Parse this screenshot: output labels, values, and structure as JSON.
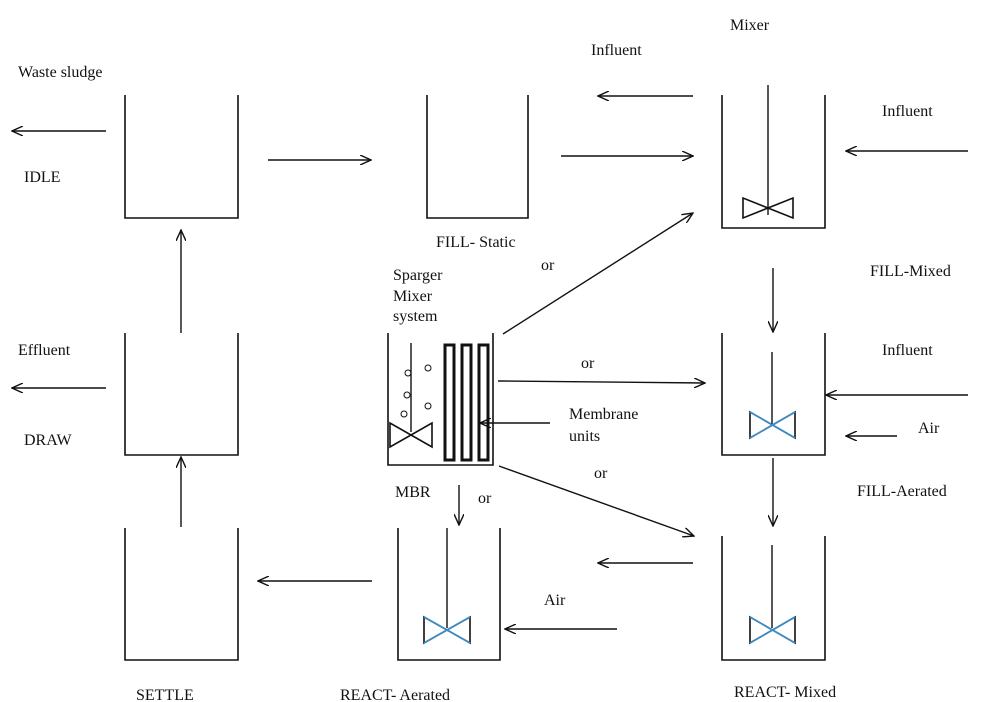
{
  "colors": {
    "ink": "#111111",
    "impeller_accent": "#3a8fc9",
    "background": "#ffffff"
  },
  "labels": {
    "waste_sludge": "Waste sludge",
    "idle": "IDLE",
    "effluent": "Effluent",
    "draw": "DRAW",
    "settle": "SETTLE",
    "fill_static": "FILL- Static",
    "influent_top": "Influent",
    "mixer": "Mixer",
    "influent_right_top": "Influent",
    "or_upper": "or",
    "sparger_line1": "Sparger",
    "sparger_line2": "Mixer",
    "sparger_line3": "system",
    "fill_mixed": "FILL-Mixed",
    "or_middle": "or",
    "influent_right_mid": "Influent",
    "membrane_line1": "Membrane",
    "membrane_line2": "units",
    "air_right": "Air",
    "or_lower": "or",
    "mbr": "MBR",
    "or_mbr": "or",
    "fill_aerated": "FILL-Aerated",
    "air_bottom": "Air",
    "react_aerated": "REACT- Aerated",
    "react_mixed": "REACT- Mixed"
  },
  "icons": {
    "impeller": "bowtie-impeller-icon",
    "bubble": "air-bubble-icon",
    "membrane": "membrane-module-icon",
    "arrow": "arrow-icon"
  }
}
